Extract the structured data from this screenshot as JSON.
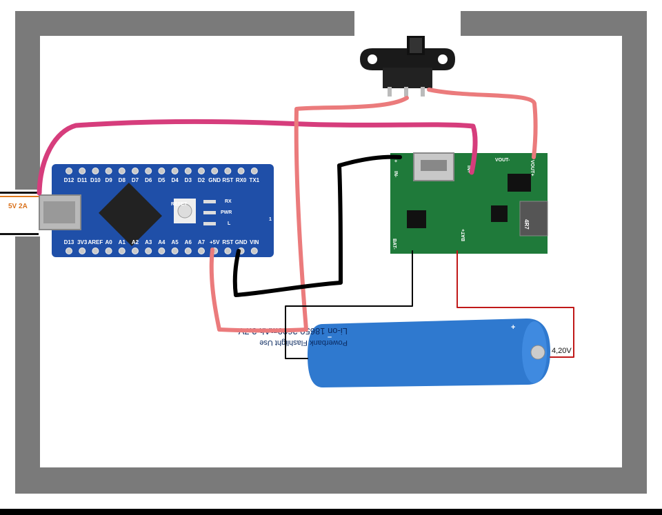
{
  "power_input": {
    "label": "5V 2A"
  },
  "arduino": {
    "top_pins": [
      "D12",
      "D11",
      "D10",
      "D9",
      "D8",
      "D7",
      "D6",
      "D5",
      "D4",
      "D3",
      "D2",
      "GND",
      "RST",
      "RX0",
      "TX1"
    ],
    "bottom_pins": [
      "D13",
      "3V3",
      "AREF",
      "A0",
      "A1",
      "A2",
      "A3",
      "A4",
      "A5",
      "A6",
      "A7",
      "+5V",
      "RST",
      "GND",
      "VIN"
    ],
    "reset_label": "RESET",
    "leds": [
      "RX",
      "PWR",
      "L"
    ],
    "board_number": "1"
  },
  "charger_module": {
    "in_minus": "IN-",
    "in_plus": "IN+",
    "vout_minus": "VOUT-",
    "vout_plus": "VOUT+",
    "bat_minus": "BAT-",
    "bat_plus": "BAT+",
    "inductor": "4R7",
    "marker": "+"
  },
  "battery": {
    "text_line1": "Li-on 18650 2600mAh 3.7V",
    "text_line2": "Powerbank Flashlight Use",
    "minus": "–",
    "plus": "+"
  },
  "voltage_reading": {
    "label": "4,20V"
  },
  "colors": {
    "frame": "#7a7a7a",
    "wire_magenta": "#d63d7c",
    "wire_pink": "#eb7b7c",
    "wire_black": "#000000",
    "wire_red": "#c01818",
    "pcb_blue": "#1f4fa8",
    "pcb_green": "#1f7a3a",
    "battery_blue": "#2f79cf"
  }
}
